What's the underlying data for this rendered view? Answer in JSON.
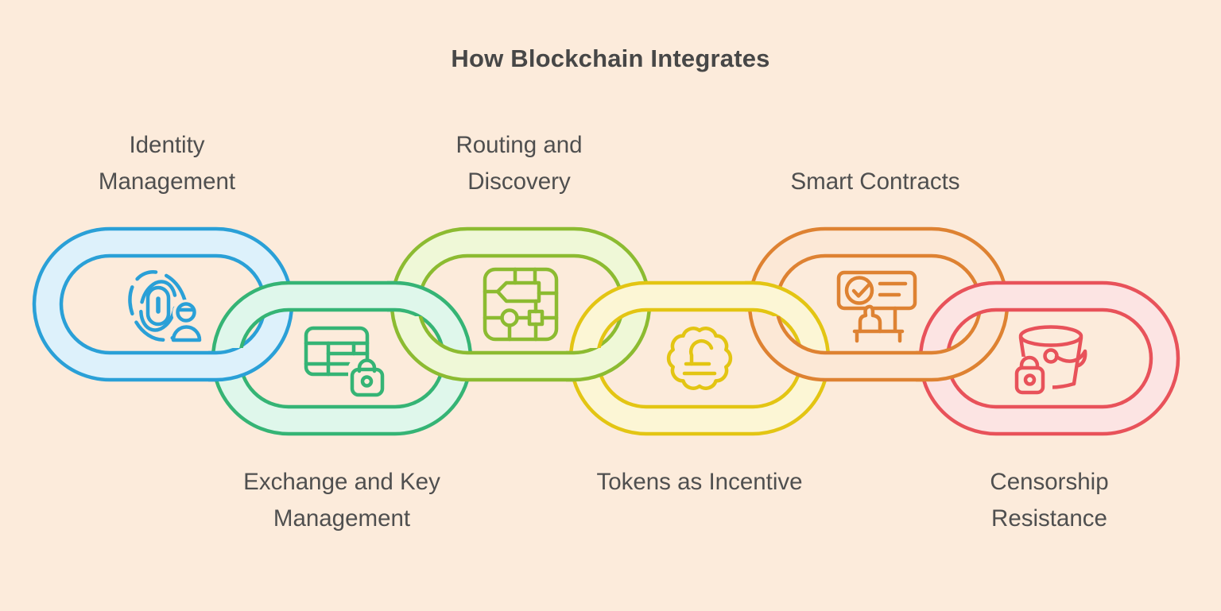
{
  "title": "How Blockchain Integrates",
  "colors": {
    "background": "#fcebdb",
    "title": "#474747",
    "label": "#4f4f4f"
  },
  "links": [
    {
      "id": "identity-management",
      "label": "Identity Management",
      "label_position": "top",
      "row": "top",
      "icon": "fingerprint-user-icon",
      "stroke": "#2aa0d7",
      "fill": "#ddf1fb"
    },
    {
      "id": "exchange-key-management",
      "label": "Exchange and Key Management",
      "label_position": "bottom",
      "row": "bottom",
      "icon": "table-lock-icon",
      "stroke": "#35b475",
      "fill": "#dff7eb"
    },
    {
      "id": "routing-discovery",
      "label": "Routing and Discovery",
      "label_position": "top",
      "row": "top",
      "icon": "chip-flowchart-icon",
      "stroke": "#8cbb31",
      "fill": "#eff8d7"
    },
    {
      "id": "tokens-incentive",
      "label": "Tokens as Incentive",
      "label_position": "bottom",
      "row": "bottom",
      "icon": "pound-coin-icon",
      "stroke": "#e3c513",
      "fill": "#fcf6d5"
    },
    {
      "id": "smart-contracts",
      "label": "Smart Contracts",
      "label_position": "top",
      "row": "top",
      "icon": "contract-check-icon",
      "stroke": "#de8232",
      "fill": "#fce8d6"
    },
    {
      "id": "censorship-resistance",
      "label": "Censorship Resistance",
      "label_position": "bottom",
      "row": "bottom",
      "icon": "bucket-lock-icon",
      "stroke": "#e8525a",
      "fill": "#fce4e3"
    }
  ]
}
